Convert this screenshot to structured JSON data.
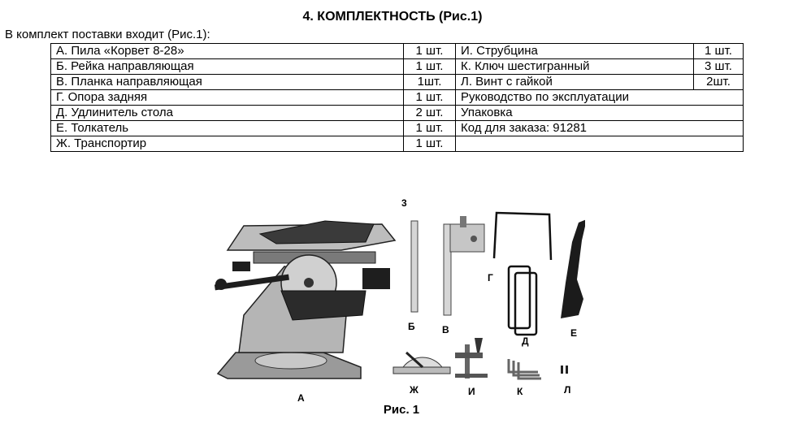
{
  "heading": "4. КОМПЛЕКТНОСТЬ (Рис.1)",
  "intro": "В комплект поставки входит (Рис.1):",
  "rows": [
    {
      "item": "А. Пила «Корвет 8-28»",
      "qty": "1 шт.",
      "item2": "И.  Струбцина",
      "qty2": "1 шт."
    },
    {
      "item": "Б. Рейка направляющая",
      "qty": "1 шт.",
      "item2": "К. Ключ шестигранный",
      "qty2": "3 шт."
    },
    {
      "item": "В. Планка направляющая",
      "qty": "1шт.",
      "item2": "Л. Винт с гайкой",
      "qty2": "2шт."
    },
    {
      "item": "Г. Опора задняя",
      "qty": "1 шт.",
      "item2": "Руководство по эксплуатации"
    },
    {
      "item": "Д. Удлинитель стола",
      "qty": "2 шт.",
      "item2": "Упаковка"
    },
    {
      "item": "Е. Толкатель",
      "qty": "1 шт.",
      "item2": "Код для заказа: 91281"
    },
    {
      "item": "Ж. Транспортир",
      "qty": "1 шт.",
      "item2": ""
    }
  ],
  "figure": {
    "number_label": "3",
    "labels": {
      "a": "А",
      "b": "Б",
      "v": "В",
      "g": "Г",
      "d": "Д",
      "e": "Е",
      "zh": "Ж",
      "i": "И",
      "k": "К",
      "l": "Л"
    }
  },
  "caption": "Рис. 1"
}
